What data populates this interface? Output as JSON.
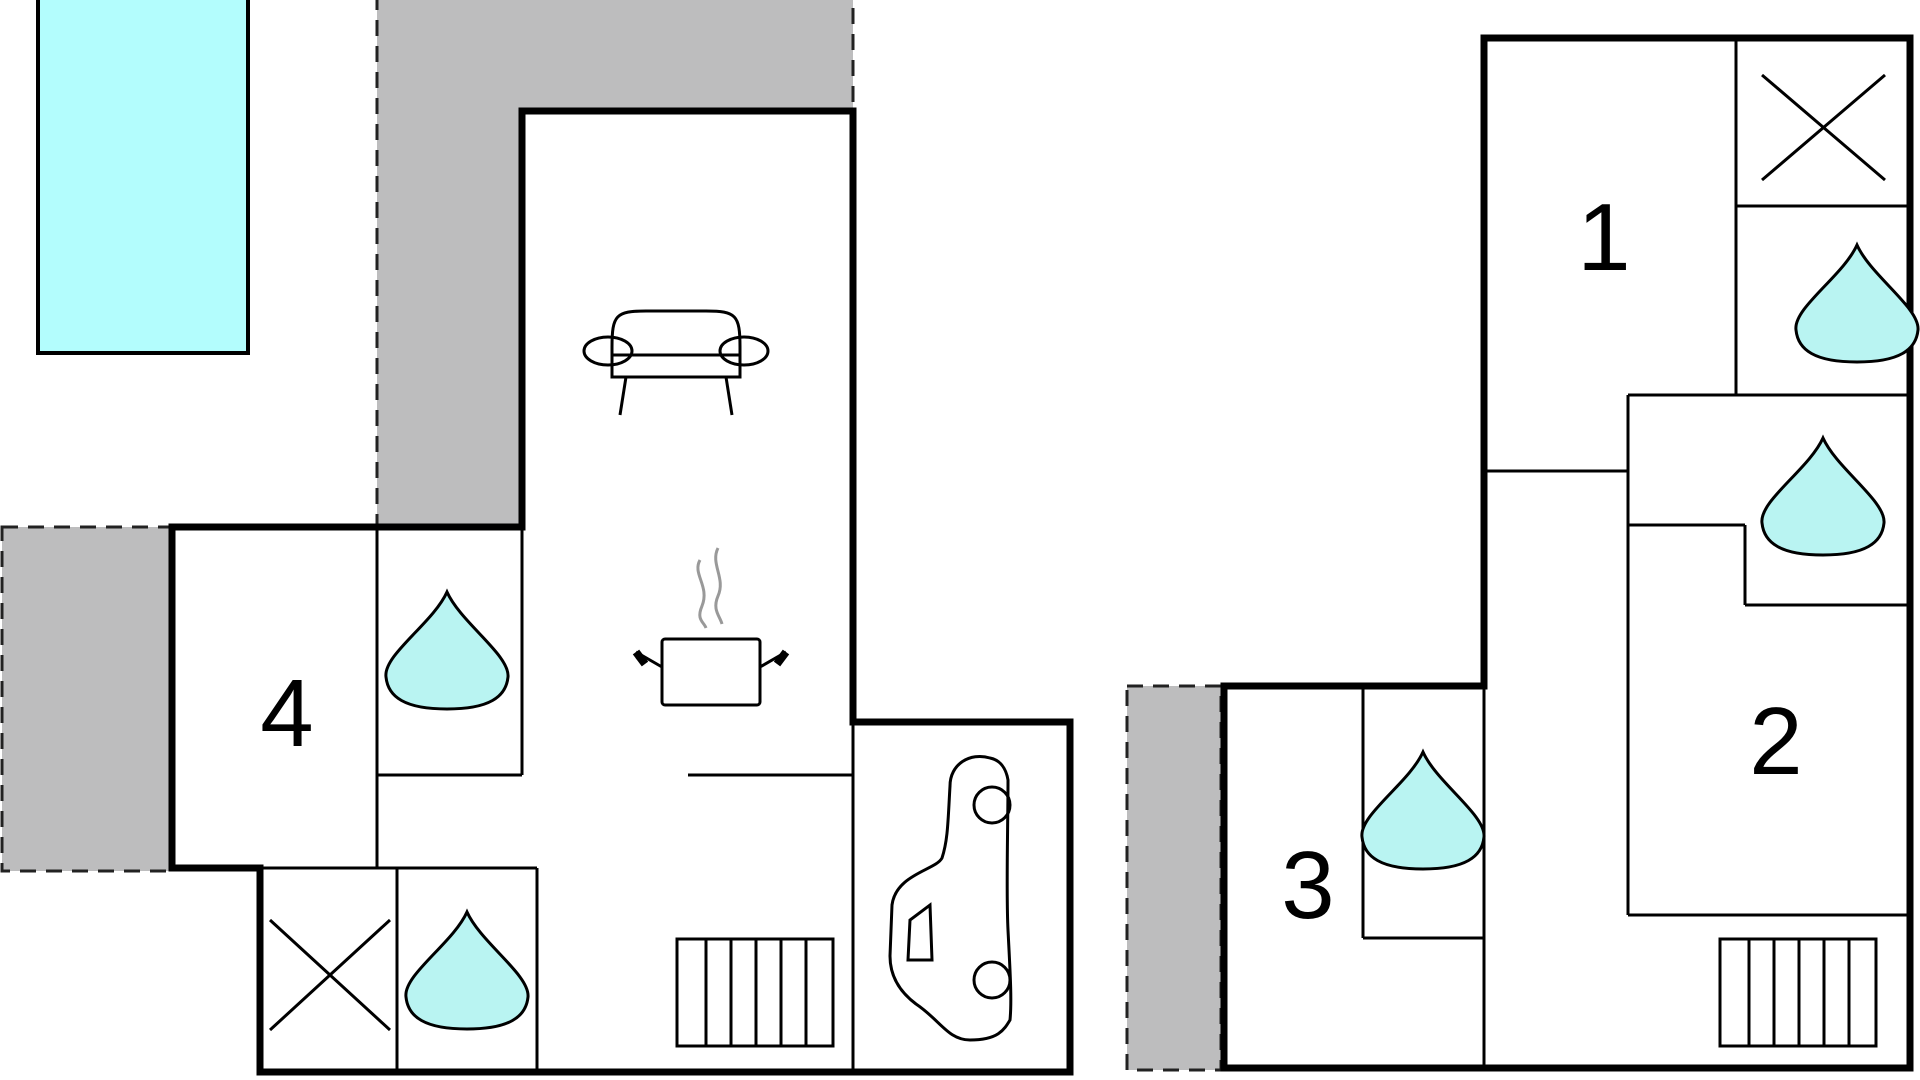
{
  "rooms": {
    "room_1": "1",
    "room_2": "2",
    "room_3": "3",
    "room_4": "4"
  },
  "icons": {
    "pool": "swimming-pool",
    "terrace": "terrace-area",
    "sofa": "living-room-sofa-icon",
    "cooking_pot": "kitchen-cooking-pot-icon",
    "car": "garage-car-icon",
    "water_drop": "bathroom-water-drop-icon",
    "cross": "toilet-cross-icon",
    "stairs": "staircase-icon"
  },
  "colors": {
    "pool": "#b3fdfd",
    "terrace": "#bdbdbe",
    "water_drop": "#b9f4f2",
    "walls": "#000000",
    "steam": "#999999"
  }
}
